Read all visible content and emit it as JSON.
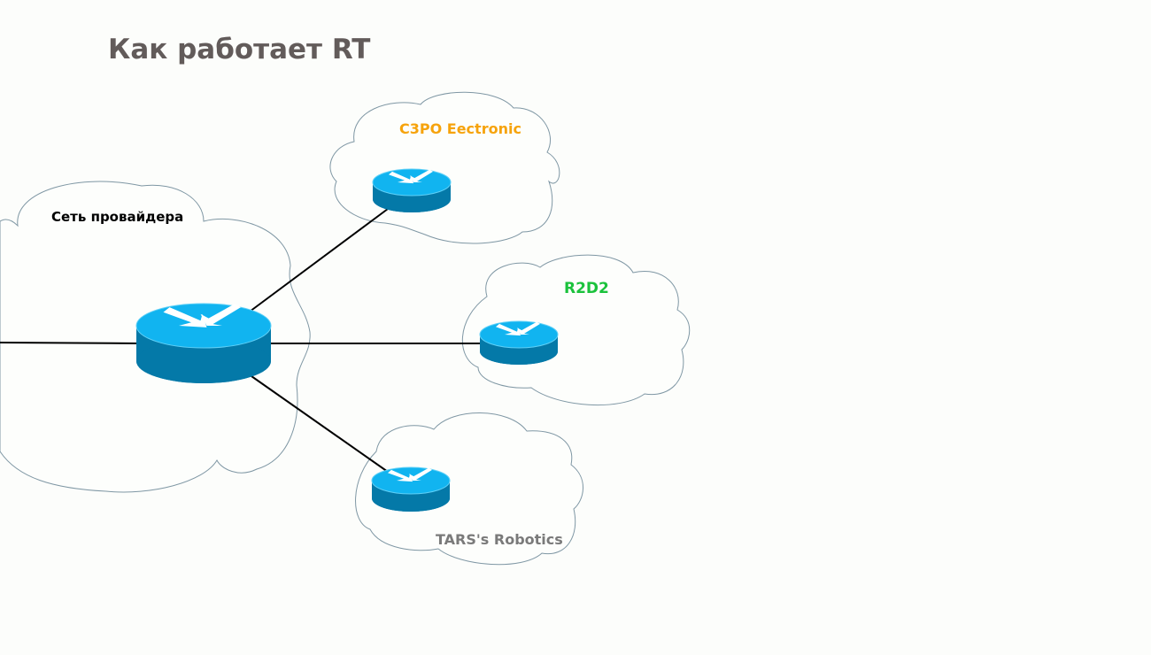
{
  "title": "Как работает RT",
  "clouds": [
    {
      "id": "provider",
      "label": "Сеть провайдера",
      "label_color": "#000000"
    },
    {
      "id": "c3po",
      "label": "C3PO Eectronic",
      "label_color": "#f6a30c"
    },
    {
      "id": "r2d2",
      "label": "R2D2",
      "label_color": "#1bc23c"
    },
    {
      "id": "tars",
      "label": "TARS's Robotics",
      "label_color": "#7a7a7a"
    }
  ],
  "colors": {
    "router_top": "#11b4f0",
    "router_side": "#0479a8",
    "cloud_stroke": "#7f97a4",
    "link": "#000000"
  },
  "links": [
    {
      "from": "provider",
      "to": "external"
    },
    {
      "from": "provider",
      "to": "c3po"
    },
    {
      "from": "provider",
      "to": "r2d2"
    },
    {
      "from": "provider",
      "to": "tars"
    }
  ]
}
